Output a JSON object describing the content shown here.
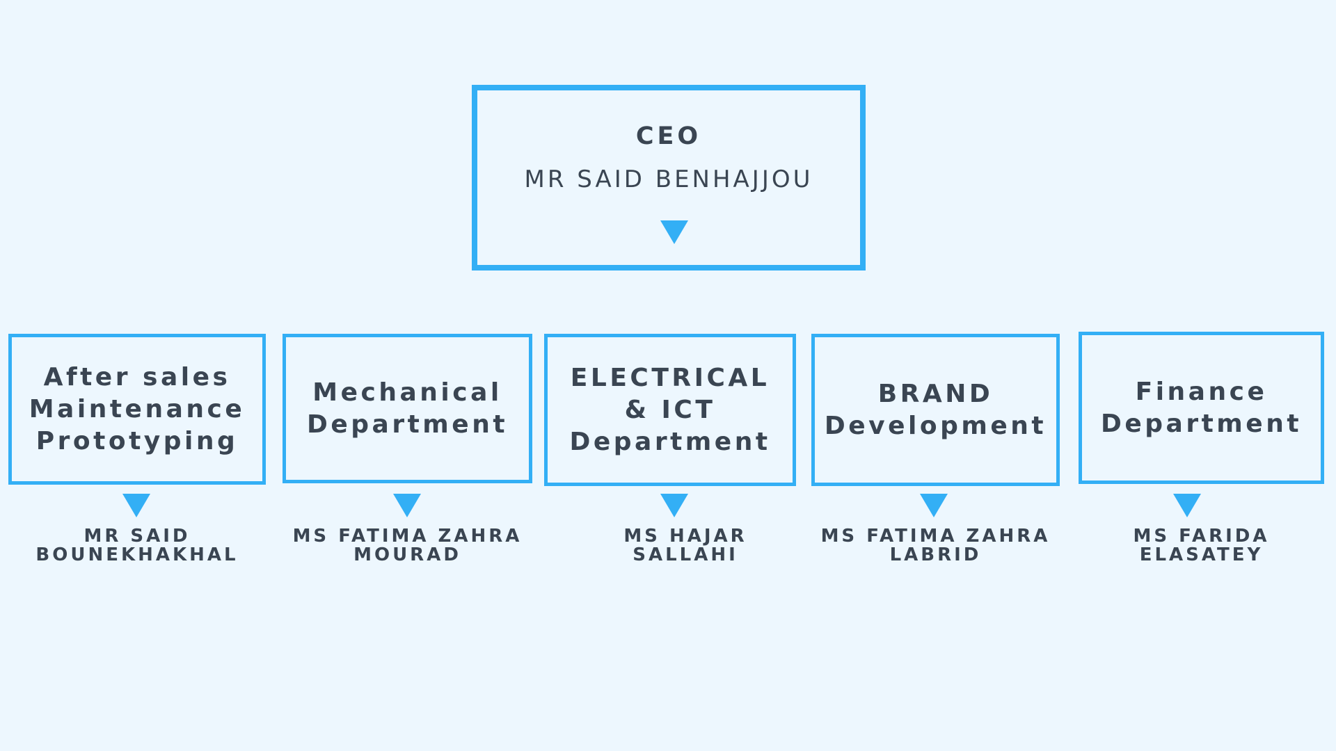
{
  "ceo": {
    "role": "CEO",
    "name": "MR SAID BENHAJJOU"
  },
  "departments": [
    {
      "lines": [
        "After sales",
        "Maintenance",
        "Prototyping"
      ],
      "head": [
        "MR SAID",
        "BOUNEKHAKHAL"
      ]
    },
    {
      "lines": [
        "Mechanical",
        "Department"
      ],
      "head": [
        "MS FATIMA ZAHRA",
        "MOURAD"
      ]
    },
    {
      "lines": [
        "ELECTRICAL",
        "& ICT",
        "Department"
      ],
      "head": [
        "MS HAJAR",
        "SALLAHI"
      ]
    },
    {
      "lines": [
        "BRAND",
        "Development"
      ],
      "head": [
        "MS FATIMA ZAHRA",
        "LABRID"
      ]
    },
    {
      "lines": [
        "Finance",
        "Department"
      ],
      "head": [
        "MS FARIDA",
        "ELASATEY"
      ]
    }
  ],
  "colors": {
    "background": "#edf7fe",
    "accent": "#33aff5",
    "text": "#3a4552"
  }
}
